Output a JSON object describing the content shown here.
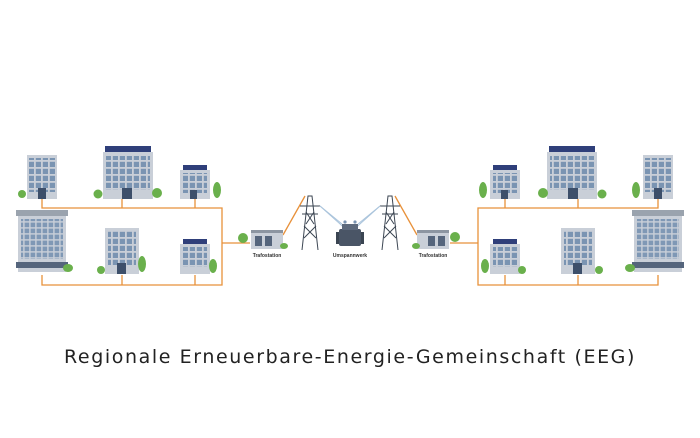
{
  "labels": {
    "left_transformer": "Trafostation",
    "substation": "Umspannwerk",
    "right_transformer": "Trafostation"
  },
  "caption": "Regionale Erneuerbare-Energie-Gemeinschaft (EEG)",
  "colors": {
    "power_line": "#e8913a",
    "transmission": "#aac4dc",
    "building": "#c7cdd6",
    "window": "#6f89a8",
    "tree": "#6ab04c",
    "solar_panel": "#2f3f7a"
  }
}
